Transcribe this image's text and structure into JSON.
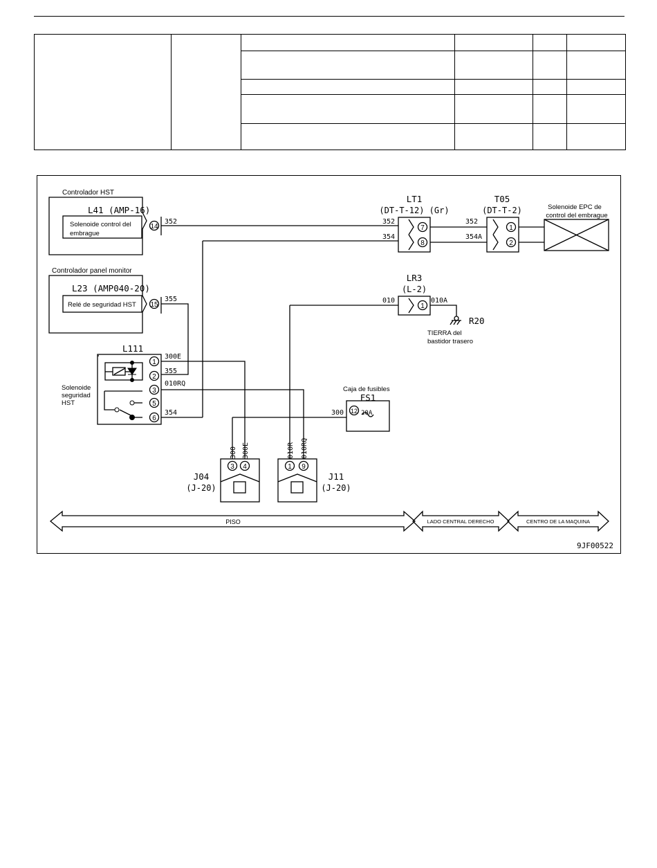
{
  "diagram": {
    "controlador_hst": "Controlador HST",
    "l41_title": "L41 (AMP-16)",
    "l41_sol_line1": "Solenoide control del",
    "l41_sol_line2": "embrague",
    "l41_pin": "14",
    "wire_352": "352",
    "wire_354": "354",
    "wire_354a": "354A",
    "lt1_title": "LT1",
    "lt1_sub": "(DT-T-12) (Gr)",
    "lt1_pin7": "7",
    "lt1_pin8": "8",
    "t05_title": "T05",
    "t05_sub": "(DT-T-2)",
    "t05_pin1": "1",
    "t05_pin2": "2",
    "epc_line1": "Solenoide EPC de",
    "epc_line2": "control del embrague",
    "controlador_panel": "Controlador panel monitor",
    "l23_title": "L23 (AMP040-20)",
    "l23_relay": "Relé de seguridad HST",
    "l23_pin": "15",
    "wire_355": "355",
    "lr3_title": "LR3",
    "lr3_sub": "(L-2)",
    "wire_010": "010",
    "wire_010a": "010A",
    "lr3_pin": "1",
    "r20": "R20",
    "tierra_line1": "TIERRA del",
    "tierra_line2": "bastidor trasero",
    "l111_title": "L111",
    "wire_300e": "300E",
    "wire_010rq": "010RQ",
    "l111_pins": [
      "1",
      "2",
      "3",
      "5",
      "6"
    ],
    "sol_seg_line1": "Solenoide",
    "sol_seg_line2": "seguridad",
    "sol_seg_line3": "HST",
    "caja_fusibles": "Caja de fusibles",
    "fs1": "FS1",
    "wire_300": "300",
    "fs1_pin": "12",
    "fuse_rating": "20A",
    "wire_010r": "010R",
    "j04_pin3": "3",
    "j04_pin4": "4",
    "j11_pin1": "1",
    "j11_pin9": "9",
    "j04_title": "J04",
    "j04_sub": "(J-20)",
    "j11_title": "J11",
    "j11_sub": "(J-20)",
    "area_piso": "PISO",
    "area_lado": "LADO CENTRAL DERECHO",
    "area_centro": "CENTRO DE LA MAQUINA",
    "fig_code": "9JF00522"
  }
}
